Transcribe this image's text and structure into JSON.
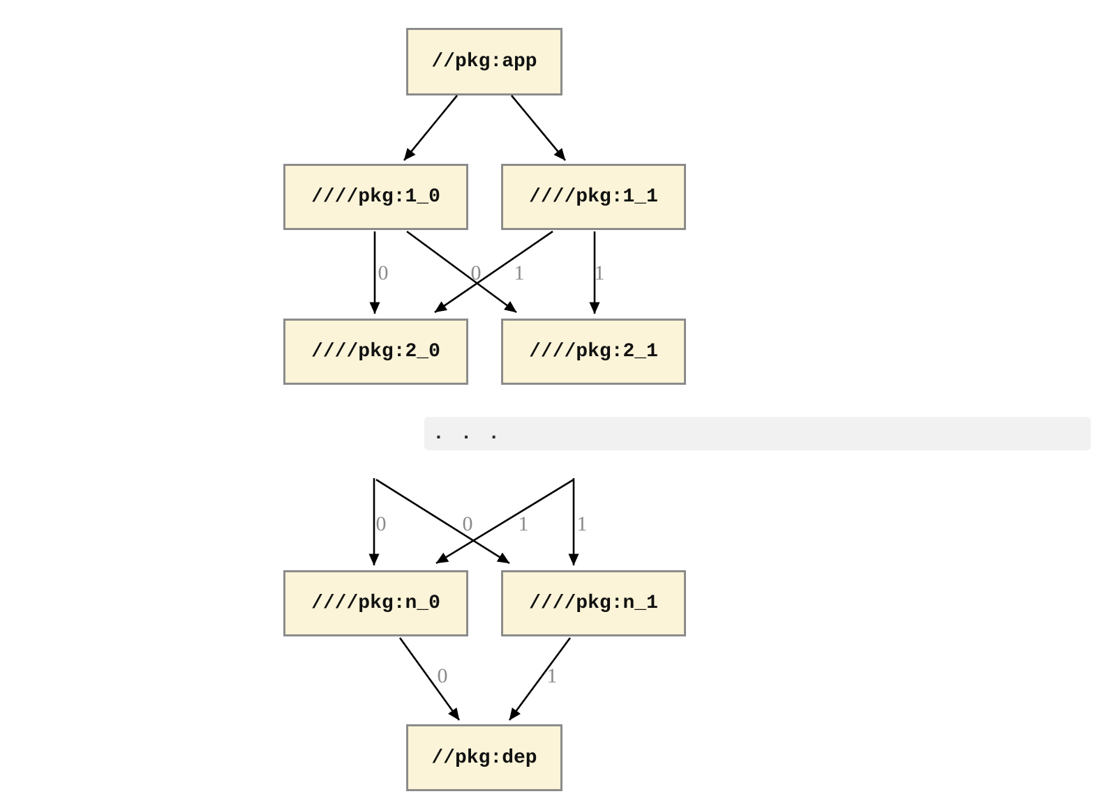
{
  "diagram": {
    "title_hint": "package dependency graph",
    "nodes": {
      "app": "//pkg:app",
      "v1_0": "////pkg:1_0",
      "v1_1": "////pkg:1_1",
      "v2_0": "////pkg:2_0",
      "v2_1": "////pkg:2_1",
      "vn_0": "////pkg:n_0",
      "vn_1": "////pkg:n_1",
      "dep": "//pkg:dep"
    },
    "ellipsis": ". . .",
    "edge_labels": {
      "row1_to_row2": [
        "0",
        "0",
        "1",
        "1"
      ],
      "hidden_to_rown": [
        "0",
        "0",
        "1",
        "1"
      ],
      "rown_to_dep": [
        "0",
        "1"
      ]
    }
  },
  "colors": {
    "background": "#ffffff",
    "node_fill": "#fbf4d8",
    "node_border": "#8b8b8b",
    "edge": "#000000",
    "edge_label": "#8a8a8a",
    "ellipsis_band_bg": "#f1f1f1",
    "ellipsis_text": "#2e2e2e"
  }
}
